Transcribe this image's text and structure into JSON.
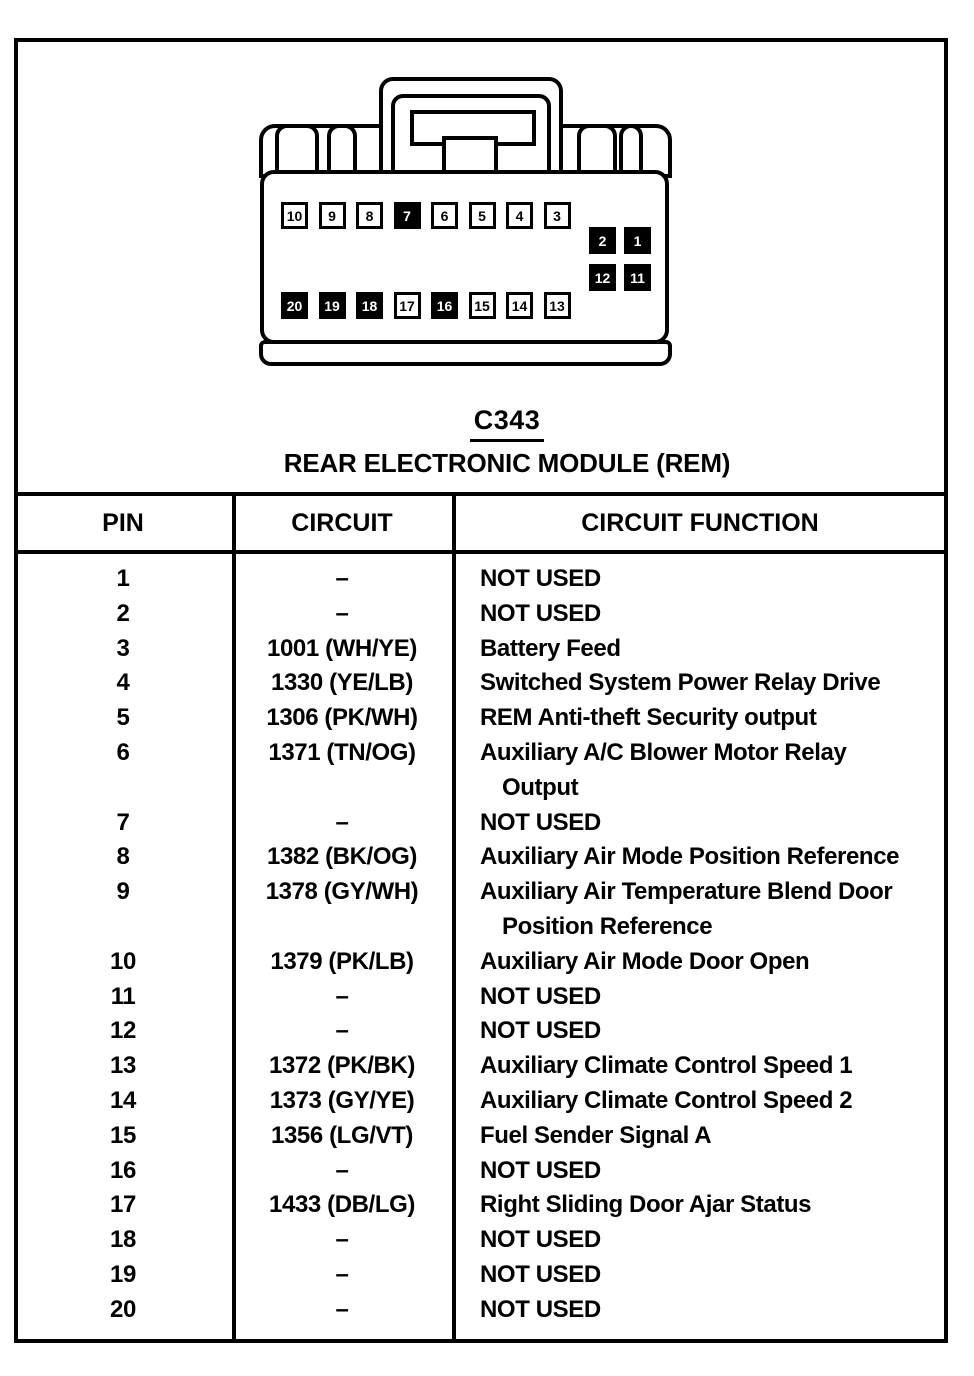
{
  "page": {
    "connector_id": "C343",
    "connector_title": "REAR ELECTRONIC MODULE (REM)"
  },
  "connector_pins": {
    "top_row": [
      {
        "label": "10",
        "dark": false
      },
      {
        "label": "9",
        "dark": false
      },
      {
        "label": "8",
        "dark": false
      },
      {
        "label": "7",
        "dark": true
      },
      {
        "label": "6",
        "dark": false
      },
      {
        "label": "5",
        "dark": false
      },
      {
        "label": "4",
        "dark": false
      },
      {
        "label": "3",
        "dark": false
      }
    ],
    "right_group": [
      [
        {
          "label": "2",
          "dark": true
        },
        {
          "label": "1",
          "dark": true
        }
      ],
      [
        {
          "label": "12",
          "dark": true
        },
        {
          "label": "11",
          "dark": true
        }
      ]
    ],
    "bottom_row": [
      {
        "label": "20",
        "dark": true
      },
      {
        "label": "19",
        "dark": true
      },
      {
        "label": "18",
        "dark": true
      },
      {
        "label": "17",
        "dark": false
      },
      {
        "label": "16",
        "dark": true
      },
      {
        "label": "15",
        "dark": false
      },
      {
        "label": "14",
        "dark": false
      },
      {
        "label": "13",
        "dark": false
      }
    ]
  },
  "table": {
    "headers": {
      "pin": "PIN",
      "circuit": "CIRCUIT",
      "function": "CIRCUIT FUNCTION"
    },
    "rows": [
      {
        "pin": "1",
        "circuit": "–",
        "function_lines": [
          "NOT USED"
        ]
      },
      {
        "pin": "2",
        "circuit": "–",
        "function_lines": [
          "NOT USED"
        ]
      },
      {
        "pin": "3",
        "circuit": "1001 (WH/YE)",
        "function_lines": [
          "Battery Feed"
        ]
      },
      {
        "pin": "4",
        "circuit": "1330 (YE/LB)",
        "function_lines": [
          "Switched System Power Relay Drive"
        ]
      },
      {
        "pin": "5",
        "circuit": "1306 (PK/WH)",
        "function_lines": [
          "REM Anti-theft Security output"
        ]
      },
      {
        "pin": "6",
        "circuit": "1371 (TN/OG)",
        "function_lines": [
          "Auxiliary A/C Blower Motor Relay",
          "Output"
        ]
      },
      {
        "pin": "7",
        "circuit": "–",
        "function_lines": [
          "NOT USED"
        ]
      },
      {
        "pin": "8",
        "circuit": "1382 (BK/OG)",
        "function_lines": [
          "Auxiliary Air Mode Position Reference"
        ]
      },
      {
        "pin": "9",
        "circuit": "1378 (GY/WH)",
        "function_lines": [
          "Auxiliary Air Temperature Blend Door",
          "Position Reference"
        ]
      },
      {
        "pin": "10",
        "circuit": "1379 (PK/LB)",
        "function_lines": [
          "Auxiliary Air Mode Door Open"
        ]
      },
      {
        "pin": "11",
        "circuit": "–",
        "function_lines": [
          "NOT USED"
        ]
      },
      {
        "pin": "12",
        "circuit": "–",
        "function_lines": [
          "NOT USED"
        ]
      },
      {
        "pin": "13",
        "circuit": "1372 (PK/BK)",
        "function_lines": [
          "Auxiliary Climate Control Speed 1"
        ]
      },
      {
        "pin": "14",
        "circuit": "1373 (GY/YE)",
        "function_lines": [
          "Auxiliary Climate Control Speed 2"
        ]
      },
      {
        "pin": "15",
        "circuit": "1356 (LG/VT)",
        "function_lines": [
          "Fuel Sender Signal A"
        ]
      },
      {
        "pin": "16",
        "circuit": "–",
        "function_lines": [
          "NOT USED"
        ]
      },
      {
        "pin": "17",
        "circuit": "1433 (DB/LG)",
        "function_lines": [
          "Right Sliding Door Ajar Status"
        ]
      },
      {
        "pin": "18",
        "circuit": "–",
        "function_lines": [
          "NOT USED"
        ]
      },
      {
        "pin": "19",
        "circuit": "–",
        "function_lines": [
          "NOT USED"
        ]
      },
      {
        "pin": "20",
        "circuit": "–",
        "function_lines": [
          "NOT USED"
        ]
      }
    ]
  },
  "colors": {
    "ink": "#000000",
    "paper": "#ffffff"
  }
}
